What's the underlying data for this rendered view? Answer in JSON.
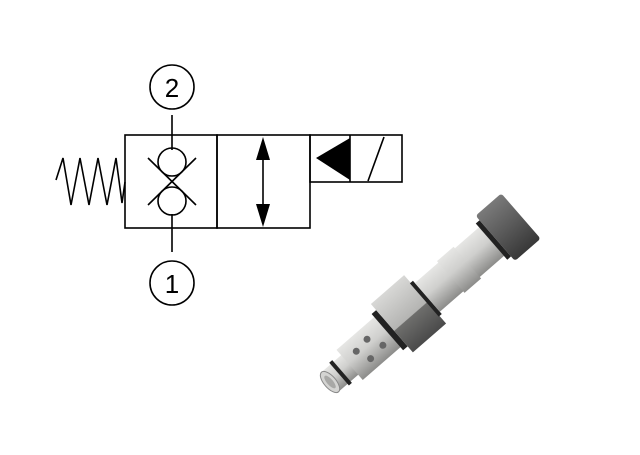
{
  "schematic": {
    "ports": [
      {
        "label": "2"
      },
      {
        "label": "1"
      }
    ],
    "line_color": "#000000"
  },
  "product_image": {
    "icon": "cartridge-valve-render",
    "body_color": "#c8c8c6",
    "nut_color": "#5a5a5a"
  }
}
